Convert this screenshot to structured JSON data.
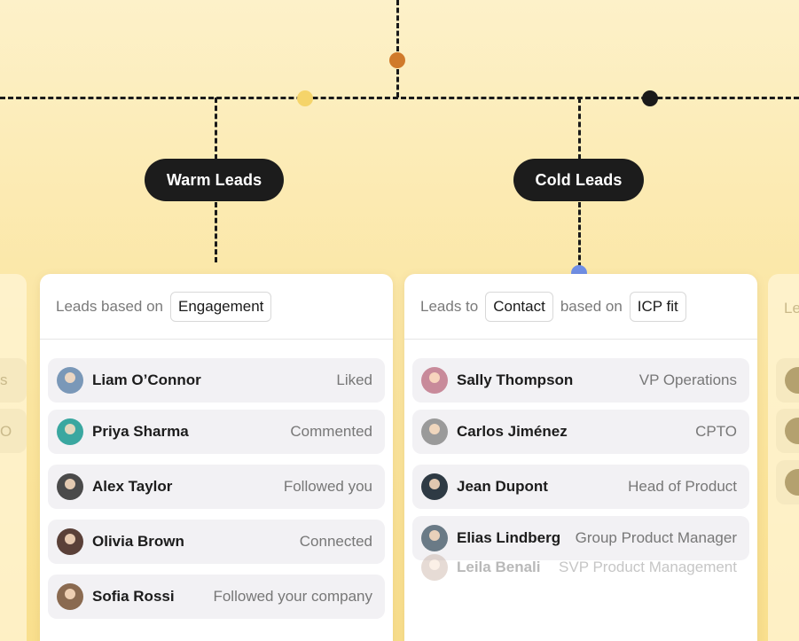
{
  "flow": {
    "dots": {
      "top": "#d07a2b",
      "left": "#f5d46a",
      "right": "#1a1a1a",
      "cold_join": "#6f8ee6"
    },
    "nodes": [
      {
        "label": "Warm Leads"
      },
      {
        "label": "Cold Leads"
      }
    ]
  },
  "cards": [
    {
      "header": {
        "prefix": "Leads based on",
        "chip": "Engagement"
      },
      "rows": [
        {
          "name": "Liam O’Connor",
          "status": "Liked",
          "avatar_color": "#7a98b8"
        },
        {
          "name": "Priya Sharma",
          "status": "Commented",
          "avatar_color": "#3aa7a0"
        },
        {
          "name": "Alex Taylor",
          "status": "Followed you",
          "avatar_color": "#4a4a4a"
        },
        {
          "name": "Olivia Brown",
          "status": "Connected",
          "avatar_color": "#5a4038"
        },
        {
          "name": "Sofia Rossi",
          "status": "Followed your company",
          "avatar_color": "#8a6a50"
        }
      ]
    },
    {
      "header": {
        "prefix": "Leads to",
        "chip1": "Contact",
        "middle": "based on",
        "chip2": "ICP fit"
      },
      "rows": [
        {
          "name": "Sally Thompson",
          "status": "VP Operations",
          "avatar_color": "#c88a9a"
        },
        {
          "name": "Carlos Jiménez",
          "status": "CPTO",
          "avatar_color": "#9a9a9a"
        },
        {
          "name": "Jean Dupont",
          "status": "Head of Product",
          "avatar_color": "#2e3a44"
        },
        {
          "name": "Elias Lindberg",
          "status": "Group Product Manager",
          "avatar_color": "#6a7a86"
        },
        {
          "name": "Leila Benali",
          "status": "SVP Product Management",
          "avatar_color": "#b89a8a"
        }
      ]
    }
  ],
  "side_cards": {
    "left": {
      "lines": [
        "s",
        "O"
      ]
    },
    "right": {
      "header_fragment": "Le"
    }
  }
}
